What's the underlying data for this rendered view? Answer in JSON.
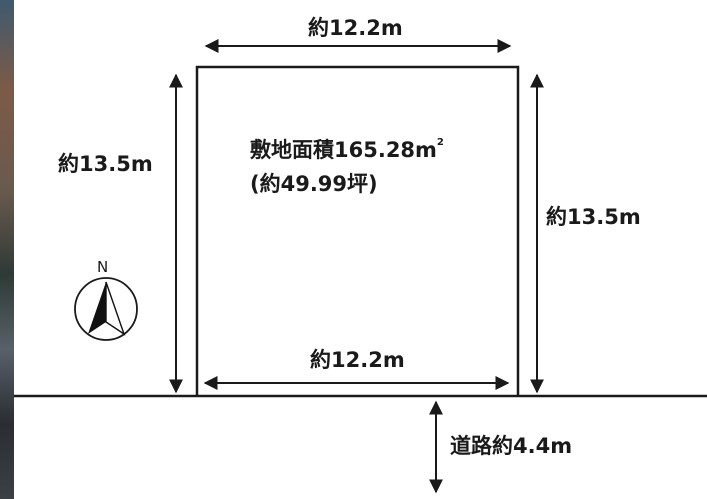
{
  "dimensions": {
    "top_width": "約12.2m",
    "bottom_width": "約12.2m",
    "left_depth": "約13.5m",
    "right_depth": "約13.5m",
    "road_width": "道路約4.4m"
  },
  "area": {
    "label": "敷地面積165.28m",
    "unit_superscript": "2",
    "tsubo": "(約49.99坪)"
  },
  "compass": {
    "label": "N"
  }
}
